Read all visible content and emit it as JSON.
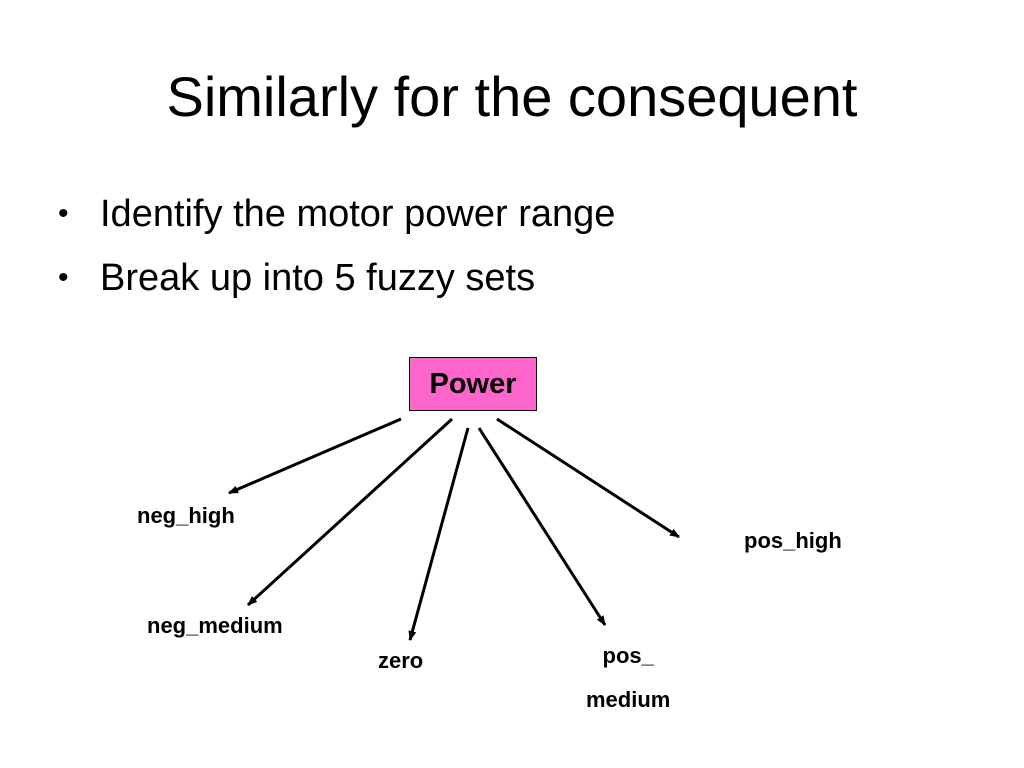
{
  "slide": {
    "title": "Similarly for the consequent",
    "bullets": [
      "Identify the motor power range",
      "Break up into 5 fuzzy sets"
    ],
    "bullet_symbol": "•"
  },
  "diagram": {
    "root": {
      "label": "Power",
      "fill_color": "#ff66cc"
    },
    "children": {
      "neg_high": "neg_high",
      "neg_medium": "neg_medium",
      "zero": "zero",
      "pos_medium_line1": "pos_",
      "pos_medium_line2": "medium",
      "pos_high": "pos_high"
    }
  }
}
